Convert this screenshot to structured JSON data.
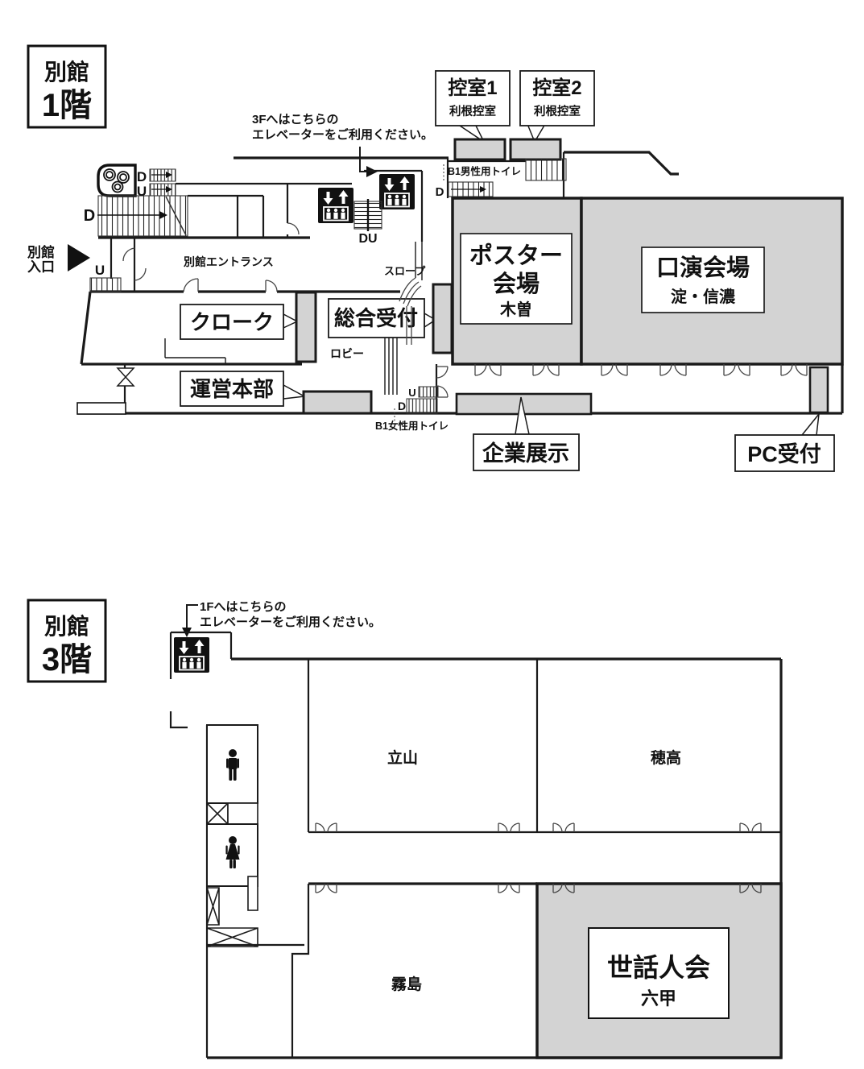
{
  "colors": {
    "wall": "#1a1a1a",
    "room_fill": "#d3d3d3",
    "paper": "#ffffff"
  },
  "letters": {
    "d": "D",
    "u": "U",
    "du": "DU"
  },
  "floor1": {
    "title": {
      "line1": "別館",
      "line2": "1階"
    },
    "note": {
      "line1": "3Fへはこちらの",
      "line2": "エレベーターをご利用ください。"
    },
    "hikae1": {
      "title": "控室1",
      "sub": "利根控室"
    },
    "hikae2": {
      "title": "控室2",
      "sub": "利根控室"
    },
    "b1m": "B1男性用トイレ",
    "b1f": "B1女性用トイレ",
    "entrance": {
      "line1": "別館",
      "line2": "入口"
    },
    "entrance_hall": "別館エントランス",
    "cloak": "クローク",
    "hq": "運営本部",
    "reception": "総合受付",
    "lobby": "ロビー",
    "slope": "スロープ",
    "poster": {
      "line1": "ポスター",
      "line2": "会場",
      "sub": "木曽"
    },
    "koen": {
      "line1": "口演会場",
      "sub": "淀・信濃"
    },
    "kigyo": "企業展示",
    "pc": "PC受付"
  },
  "floor3": {
    "title": {
      "line1": "別館",
      "line2": "3階"
    },
    "note": {
      "line1": "1Fへはこちらの",
      "line2": "エレベーターをご利用ください。"
    },
    "tateyama": "立山",
    "hotaka": "穂高",
    "kirishima": "霧島",
    "sewanin": {
      "title": "世話人会",
      "sub": "六甲"
    }
  }
}
